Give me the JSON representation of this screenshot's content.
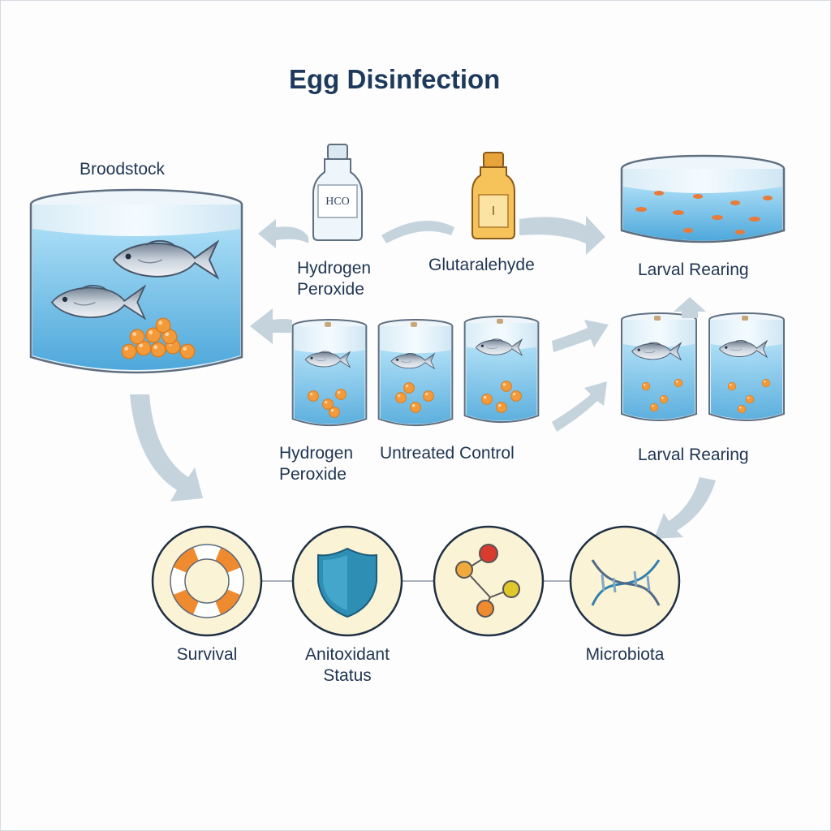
{
  "title": "Egg Disinfection",
  "labels": {
    "broodstock": "Broodstock",
    "hydrogen_peroxide_top": "Hydrogen\nPeroxide",
    "glutaraldehyde": "Glutaralehyde",
    "larval_rearing_top": "Larval Rearing",
    "hydrogen_peroxide_mid": "Hydrogen\nPeroxide",
    "untreated_control": "Untreated Control",
    "larval_rearing_mid": "Larval Rearing"
  },
  "bottle_labels": {
    "h2o2": "HCO",
    "glutaraldehyde": "I"
  },
  "outcomes": [
    {
      "label": "Survival",
      "icon": "life-ring-icon"
    },
    {
      "label": "Anitoxidant\nStatus",
      "icon": "shield-icon"
    },
    {
      "label": "",
      "icon": "molecule-icon"
    },
    {
      "label": "Microbiota",
      "icon": "dna-icon"
    }
  ],
  "colors": {
    "water": "#7fc4ea",
    "title": "#1d3a5c",
    "egg": "#f39a3a",
    "arrow": "#c5d3dd",
    "circle_fill": "#fbf3d5",
    "circle_stroke": "#1f2f44"
  }
}
